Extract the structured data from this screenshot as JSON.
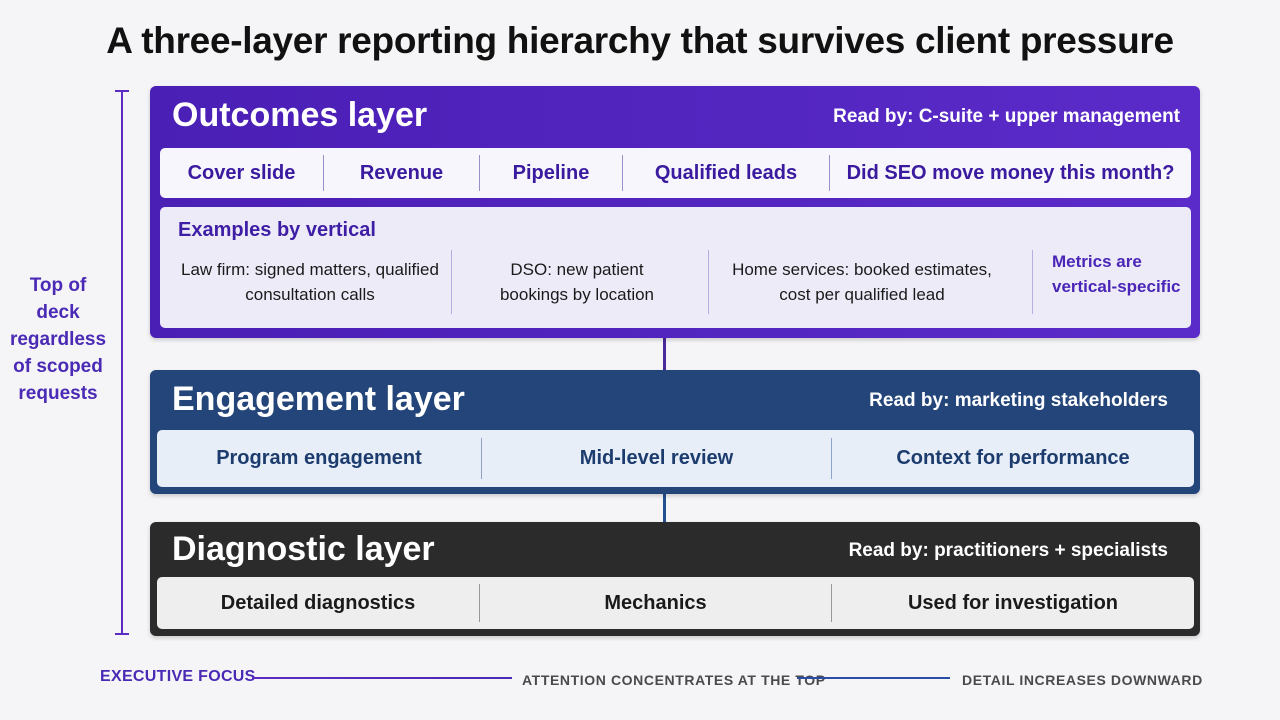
{
  "title": "A three-layer reporting hierarchy that survives client pressure",
  "side_label": "Top of deck regardless of scoped requests",
  "layers": {
    "outcomes": {
      "name": "Outcomes layer",
      "reader": "Read by: C-suite + upper management",
      "cells": [
        "Cover slide",
        "Revenue",
        "Pipeline",
        "Qualified leads",
        "Did SEO move money this month?"
      ],
      "examples_title": "Examples by vertical",
      "examples": [
        "Law firm: signed matters, qualified consultation calls",
        "DSO: new patient bookings by location",
        "Home services: booked estimates, cost per qualified lead"
      ],
      "examples_note": "Metrics are vertical-specific"
    },
    "engagement": {
      "name": "Engagement layer",
      "reader": "Read by: marketing stakeholders",
      "cells": [
        "Program engagement",
        "Mid-level review",
        "Context for performance"
      ]
    },
    "diagnostic": {
      "name": "Diagnostic layer",
      "reader": "Read by: practitioners + specialists",
      "cells": [
        "Detailed diagnostics",
        "Mechanics",
        "Used for investigation"
      ]
    }
  },
  "footer": {
    "left": "EXECUTIVE FOCUS",
    "middle": "ATTENTION CONCENTRATES AT THE TOP",
    "right": "DETAIL INCREASES DOWNWARD"
  },
  "colors": {
    "outcomes": "#4a1fb5",
    "engagement": "#23457a",
    "diagnostic": "#2b2b2b",
    "accent": "#4a2ab5"
  }
}
